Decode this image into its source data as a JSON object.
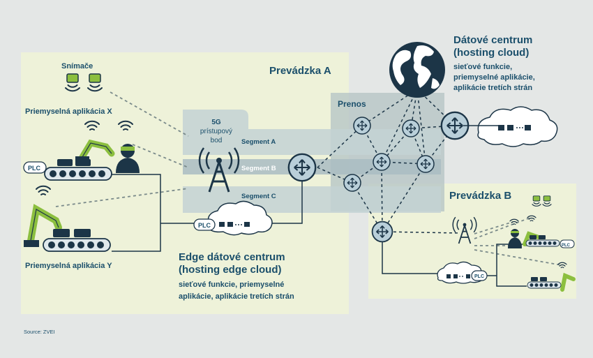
{
  "plant_a": {
    "title": "Prevádzka A"
  },
  "plant_b": {
    "title": "Prevádzka B"
  },
  "sensors": {
    "label": "Snímače"
  },
  "app_x": {
    "label": "Priemyselná aplikácia X"
  },
  "app_y": {
    "label": "Priemyselná aplikácia Y"
  },
  "access_point": {
    "line1": "5G",
    "line2": "prístupový",
    "line3": "bod"
  },
  "segments": {
    "a": "Segment A",
    "b": "Segment B",
    "c": "Segment C"
  },
  "plc": {
    "label": "PLC"
  },
  "transport": {
    "label": "Prenos"
  },
  "datacenter": {
    "title1": "Dátové centrum",
    "title2": "(hosting cloud)",
    "desc1": "sieťové funkcie,",
    "desc2": "priemyselné aplikácie,",
    "desc3": "aplikácie tretích strán"
  },
  "edge": {
    "title1": "Edge dátové centrum",
    "title2": "(hosting edge cloud)",
    "desc1": "sieťové funkcie, priemyselné",
    "desc2": "aplikácie, aplikácie tretích strán"
  },
  "source": "Source: ZVEI",
  "colors": {
    "plant_bg": "#eef2d9",
    "text": "#1b4f6b",
    "green": "#8cbf3f",
    "node": "#b9cfd9",
    "dark": "#1c3547"
  }
}
